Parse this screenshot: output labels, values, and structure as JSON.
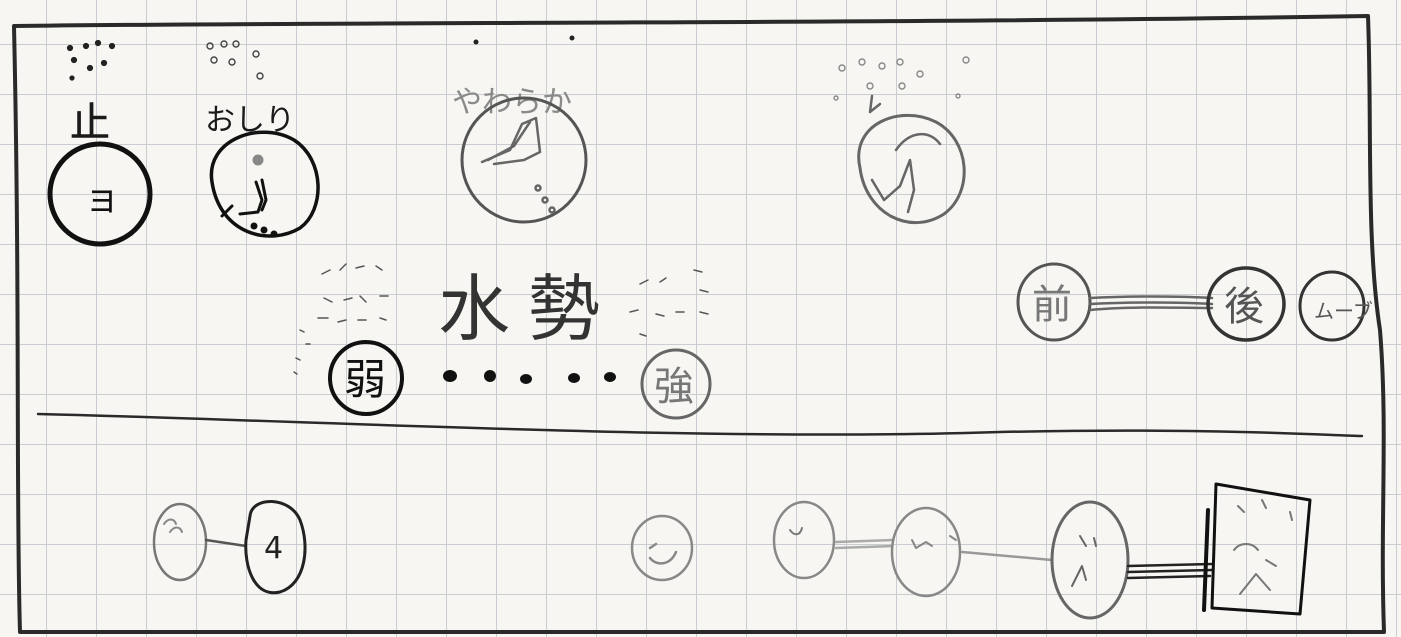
{
  "top_row": {
    "item1": {
      "label": "止",
      "icon_text": "ョ"
    },
    "item2": {
      "label": "おしり"
    },
    "item3": {
      "label": "やわらか"
    }
  },
  "middle_row": {
    "strength": {
      "title": "水勢",
      "weak_label": "弱",
      "strong_label": "強"
    },
    "position": {
      "front_label": "前",
      "back_label": "後",
      "extra_label": "ムーブ"
    }
  },
  "bottom_row": {
    "item1": {
      "label": "4"
    }
  }
}
